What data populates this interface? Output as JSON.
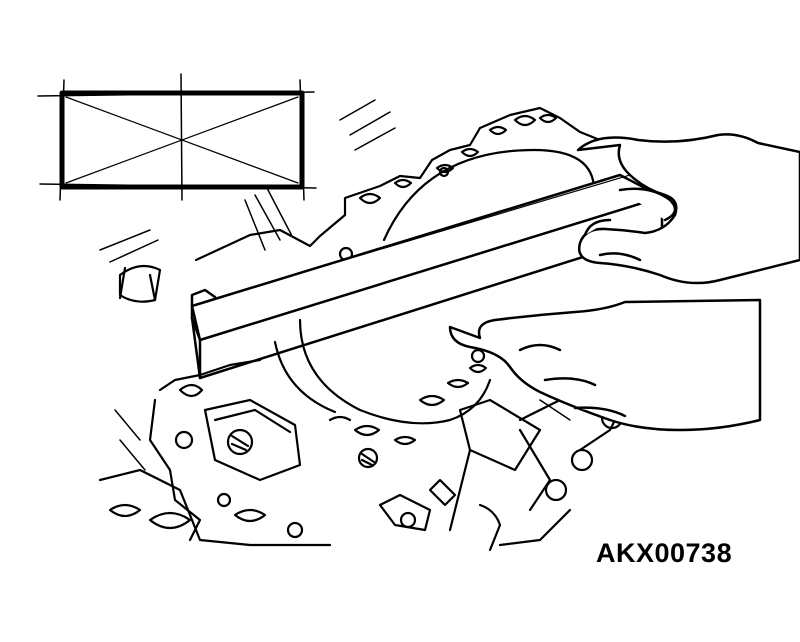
{
  "figure": {
    "code": "AKX00738",
    "line_color": "#000000",
    "background": "#ffffff",
    "depicts": [
      "warpage-check-pattern",
      "cylinder-head-gasket-surface",
      "straightedge",
      "hands"
    ]
  }
}
